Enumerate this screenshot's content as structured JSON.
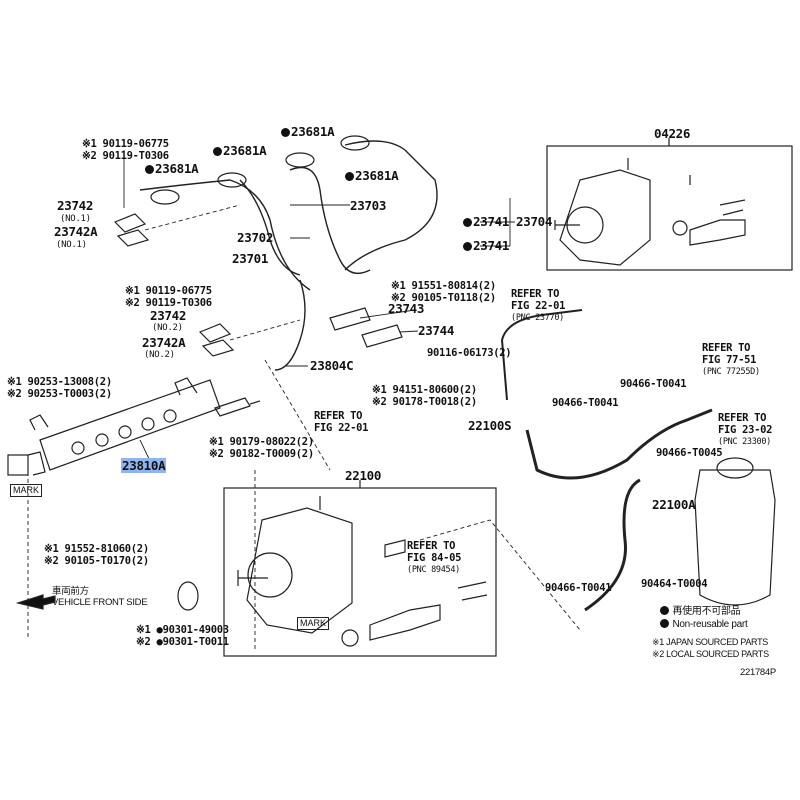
{
  "diagram": {
    "figure_id": "221784P",
    "highlighted_part": "23810A",
    "highlight_color": "#8fb4f0",
    "labels": {
      "bolt_clamp1": [
        "※1 90119-06775",
        "※2 90119-T0306"
      ],
      "clamp_23742_no1": "23742",
      "clamp_23742_no1_sub": "(NO.1)",
      "clamp_23742a_no1": "23742A",
      "clamp_23742a_no1_sub": "(NO.1)",
      "sleeve_a": "23681A",
      "sleeve_b": "23681A",
      "sleeve_c": "23681A",
      "sleeve_d": "23681A",
      "pipe_23703": "23703",
      "pipe_23702": "23702",
      "pipe_23701": "23701",
      "pipe_23704": "23704",
      "clamp_23741_a": "23741",
      "clamp_23741_b": "23741",
      "bolt_clamp2": [
        "※1 90119-06775",
        "※2 90119-T0306"
      ],
      "clamp_23742_no2": "23742",
      "clamp_23742_no2_sub": "(NO.2)",
      "clamp_23742a_no2": "23742A",
      "clamp_23742a_no2_sub": "(NO.2)",
      "bolt_91551": [
        "※1 91551-80814(2)",
        "※2 90105-T0118(2)"
      ],
      "clamp_23743": "23743",
      "clamp_23744": "23744",
      "stud_90116": "90116-06173(2)",
      "nut_94151": [
        "※1 94151-80600(2)",
        "※2 90178-T0018(2)"
      ],
      "pipe_23804c": "23804C",
      "refer_22_01_a": [
        "REFER TO",
        "FIG 22-01"
      ],
      "bolt_90253": [
        "※1 90253-13008(2)",
        "※2 90253-T0003(2)"
      ],
      "rail_23810a": "23810A",
      "mark_rail": "MARK",
      "nut_90179": [
        "※1 90179-08022(2)",
        "※2 90182-T0009(2)"
      ],
      "bolt_91552": [
        "※1 91552-81060(2)",
        "※2 90105-T0170(2)"
      ],
      "direction_jp": "車両前方",
      "direction_en": "VEHICLE FRONT SIDE",
      "oring_90301_a": "※1 ●90301-49003",
      "oring_90301_b": "※2 ●90301-T0011",
      "pump_22100": "22100",
      "mark_pump": "MARK",
      "refer_84_05": [
        "REFER TO",
        "FIG 84-05",
        "(PNC 89454)"
      ],
      "pump_04226": "04226",
      "refer_22_01_b": [
        "REFER TO",
        "FIG 22-01",
        "(PNC 23770)"
      ],
      "clip_90466_a": "90466-T0041",
      "hose_22100s": "22100S",
      "clip_90466_b": "90466-T0041",
      "refer_77_51": [
        "REFER TO",
        "FIG 77-51",
        "(PNC 77255D)"
      ],
      "refer_23_02": [
        "REFER TO",
        "FIG 23-02",
        "(PNC 23300)"
      ],
      "clip_90466_t0045": "90466-T0045",
      "hose_22100a": "22100A",
      "clip_90466_c": "90466-T0041",
      "clamp_90464": "90464-T0004"
    },
    "legend": {
      "non_reusable_jp": "再使用不可部品",
      "non_reusable_en": "Non-reusable part",
      "japan": "※1 JAPAN SOURCED PARTS",
      "local": "※2 LOCAL SOURCED PARTS"
    }
  }
}
